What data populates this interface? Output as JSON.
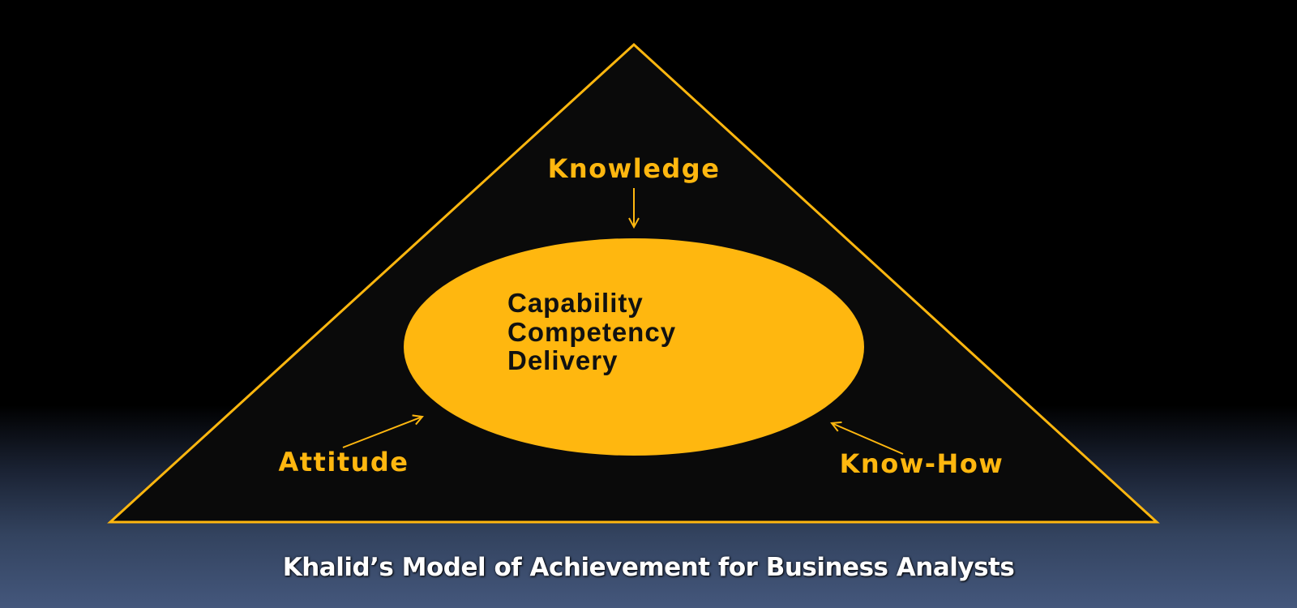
{
  "diagram": {
    "labels": {
      "top": "Knowledge",
      "left": "Attitude",
      "right": "Know-How"
    },
    "core": {
      "lines": [
        "Capability",
        "Competency",
        "Delivery"
      ]
    }
  },
  "caption": "Khalid’s Model of Achievement for Business Analysts",
  "colors": {
    "accent": "#ffb70f",
    "text_dark": "#111111",
    "triangle_fill": "#0a0a0a",
    "caption_text": "#ffffff"
  }
}
